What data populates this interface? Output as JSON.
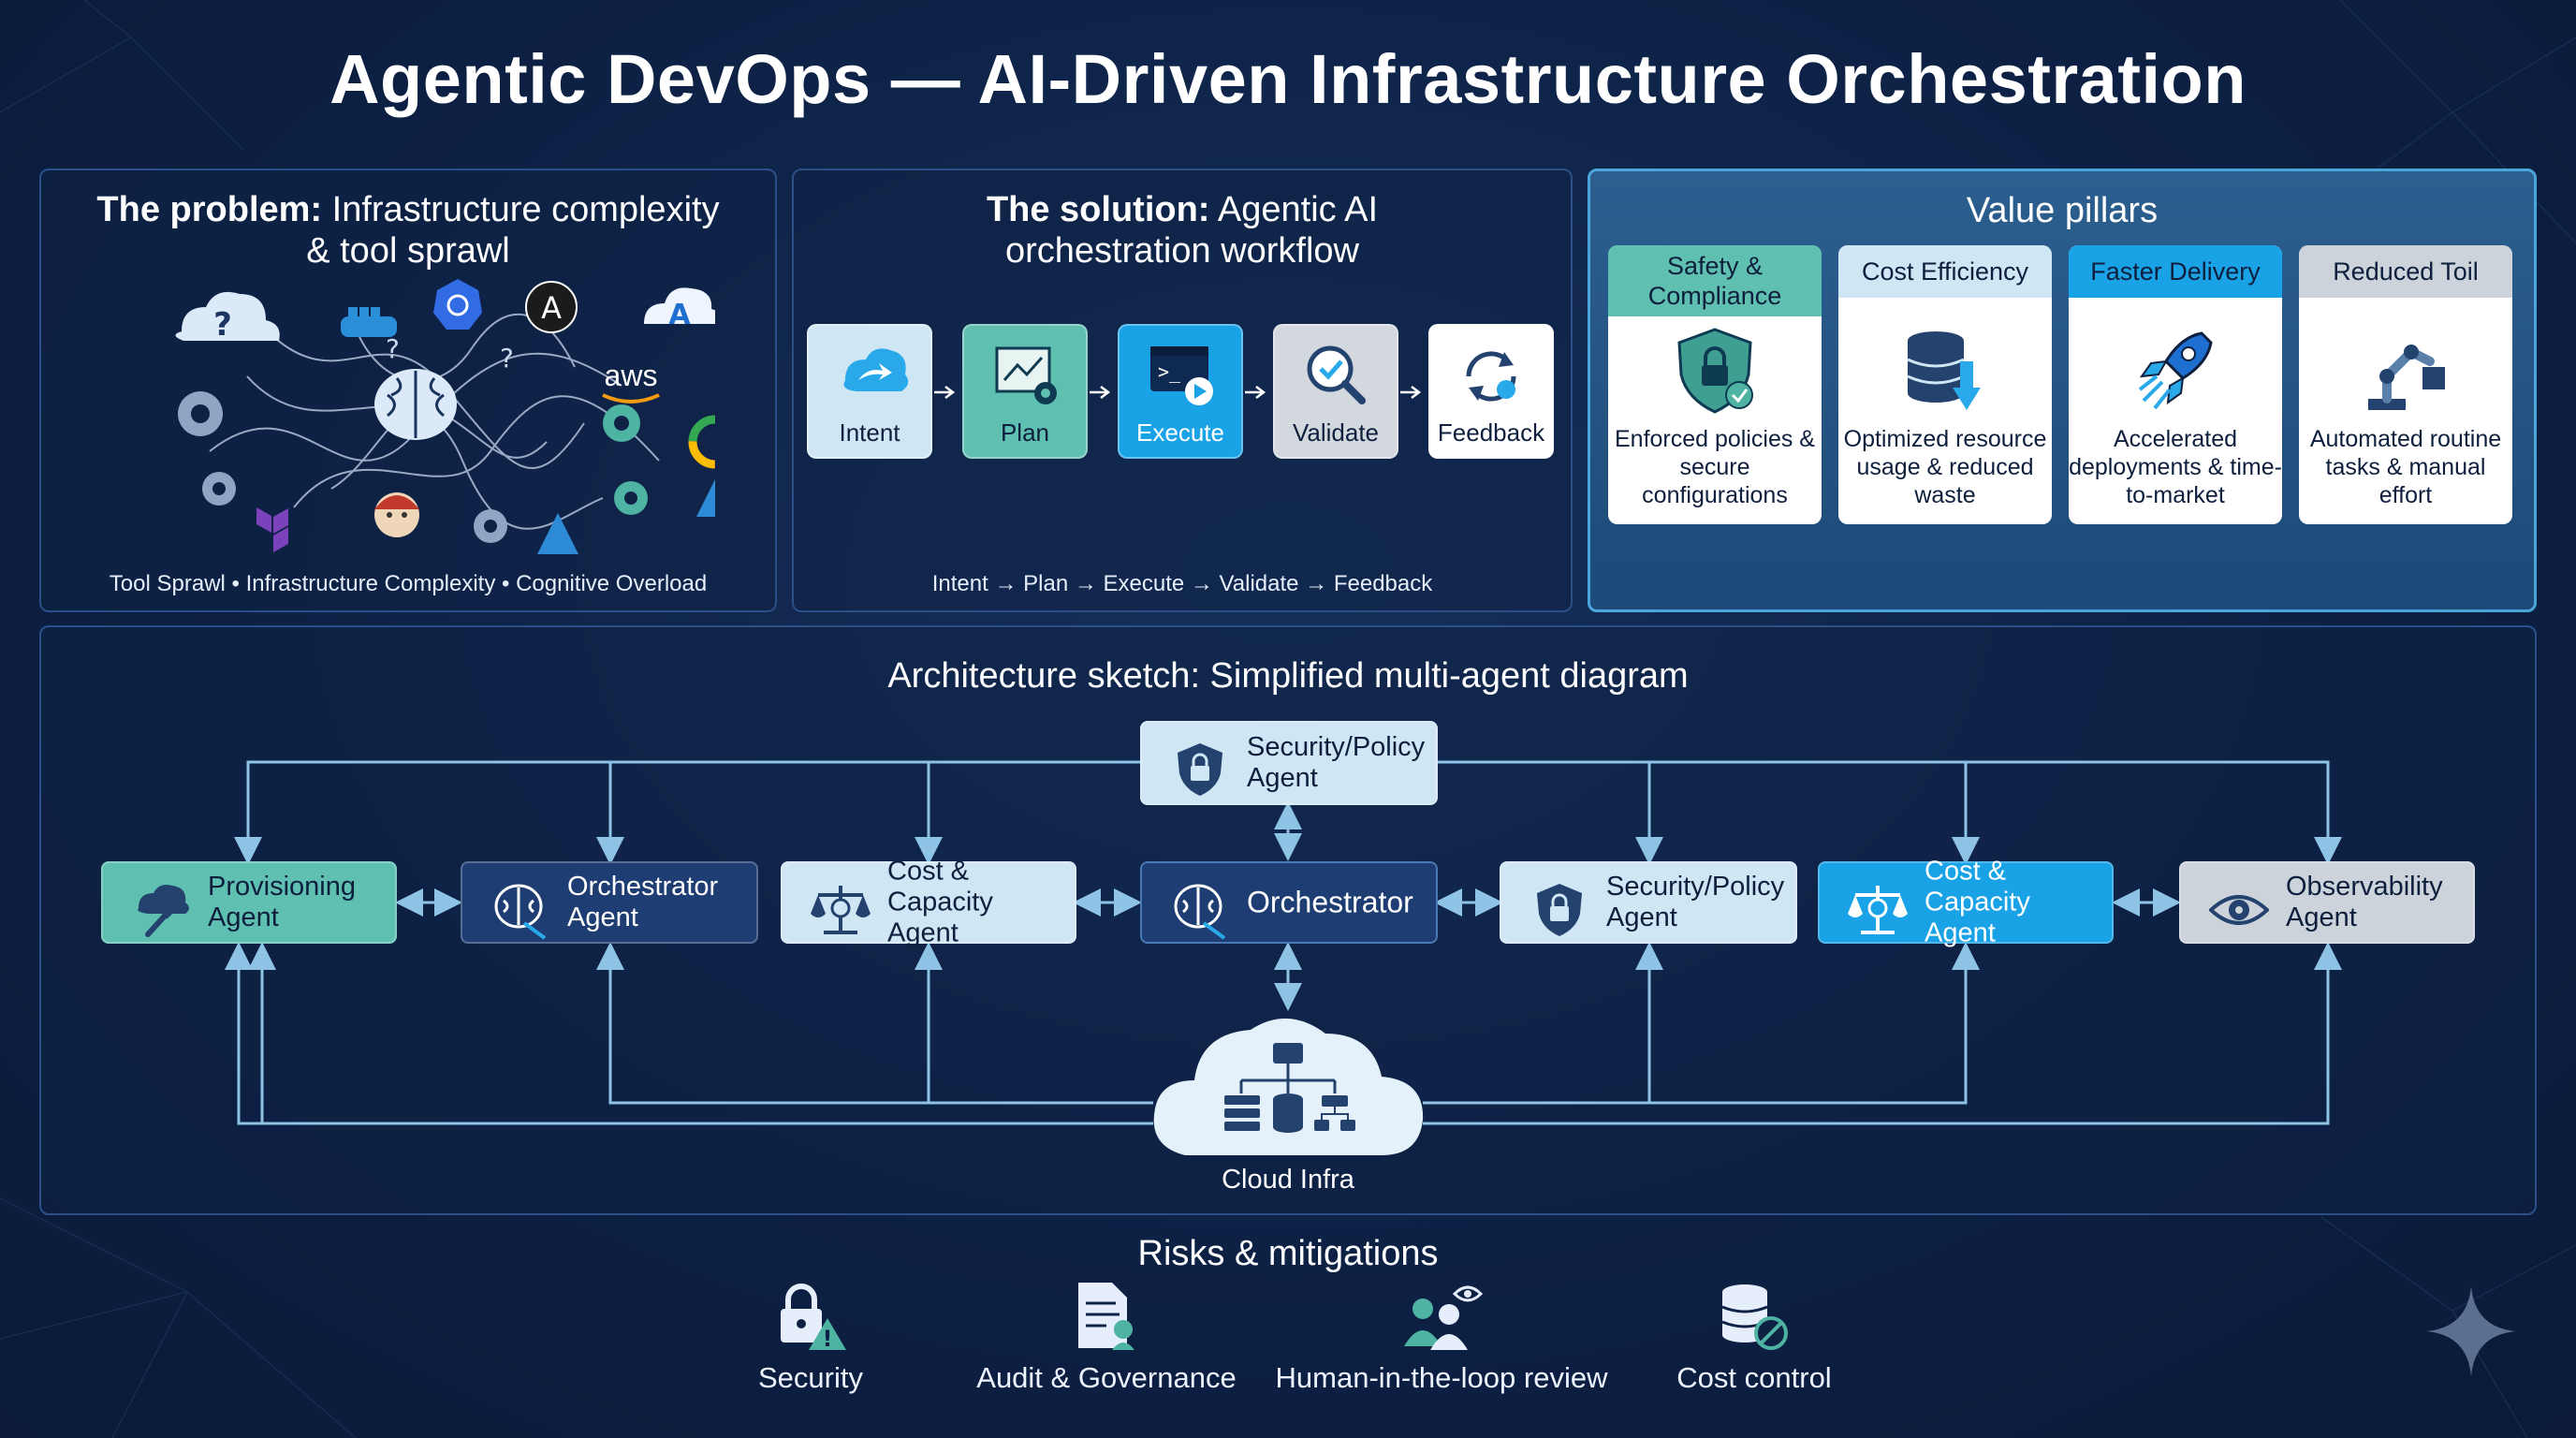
{
  "title": "Agentic DevOps — AI-Driven Infrastructure Orchestration",
  "problem": {
    "title_bold": "The problem:",
    "title_rest": " Infrastructure complexity",
    "title_line2": "& tool sprawl",
    "aws_label": "aws",
    "caption": "Tool Sprawl • Infrastructure Complexity • Cognitive Overload"
  },
  "solution": {
    "title_bold": "The solution:",
    "title_rest": " Agentic AI",
    "title_line2": "orchestration workflow",
    "steps": [
      "Intent",
      "Plan",
      "Execute",
      "Validate",
      "Feedback"
    ],
    "caption": "Intent → Plan → Execute → Validate → Feedback"
  },
  "pillars": {
    "title": "Value pillars",
    "items": [
      {
        "header": "Safety & Compliance",
        "desc": "Enforced policies & secure configurations"
      },
      {
        "header": "Cost Efficiency",
        "desc": "Optimized resource usage & reduced waste"
      },
      {
        "header": "Faster Delivery",
        "desc": "Accelerated deployments & time-to-market"
      },
      {
        "header": "Reduced Toil",
        "desc": "Automated routine tasks & manual effort"
      }
    ]
  },
  "architecture": {
    "title": "Architecture sketch: Simplified multi-agent diagram",
    "top_agent": "Security/Policy Agent",
    "agents": [
      "Provisioning Agent",
      "Orchestrator Agent",
      "Cost & Capacity Agent",
      "Orchestrator",
      "Security/Policy Agent",
      "Cost & Capacity Agent",
      "Observability Agent"
    ],
    "cloud": "Cloud Infra"
  },
  "risks": {
    "title": "Risks & mitigations",
    "items": [
      "Security",
      "Audit & Governance",
      "Human-in-the-loop review",
      "Cost control"
    ]
  },
  "colors": {
    "background": "#0d2145",
    "teal": "#4fb3a3",
    "sky": "#29a8ea",
    "navy_box": "#1e3d72",
    "pale_blue": "#cfe6f5",
    "grey": "#cdd3da",
    "arrow": "#cfe2f3"
  }
}
